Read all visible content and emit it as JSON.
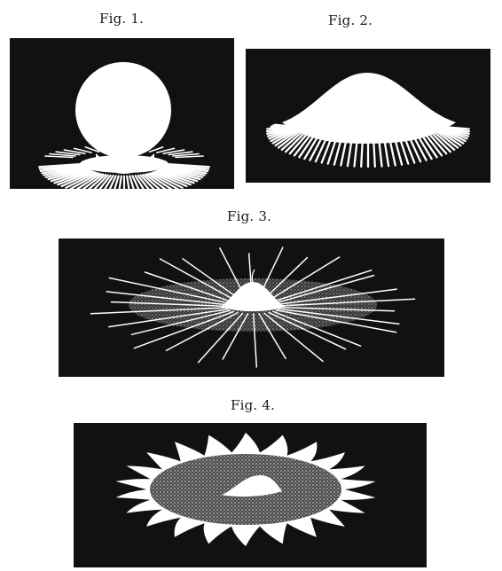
{
  "figures": [
    {
      "caption": "Fig. 1."
    },
    {
      "caption": "Fig. 2."
    },
    {
      "caption": "Fig. 3."
    },
    {
      "caption": "Fig. 4."
    }
  ],
  "colors": {
    "ink": "#111111",
    "paper": "#ffffff",
    "stipple": "#8a8a8a"
  }
}
